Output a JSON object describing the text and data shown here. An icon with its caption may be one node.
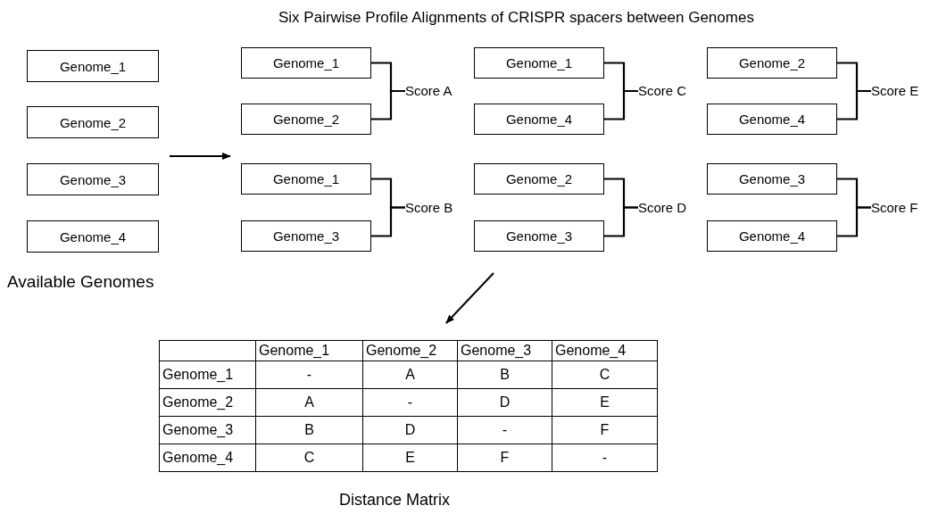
{
  "diagram": {
    "title": "Six Pairwise Profile Alignments of CRISPR spacers between Genomes",
    "nodes": [
      {
        "text": [
          "Genome_1"
        ]
      },
      {
        "text": [
          "Genome_2"
        ]
      },
      {
        "text": [
          "Genome_3"
        ]
      },
      {
        "text": [
          "Genome_4"
        ]
      },
      {
        "text": [
          "Genome_1"
        ]
      },
      {
        "text": [
          "Genome_2"
        ]
      },
      {
        "text": [
          "Score A"
        ]
      },
      {
        "text": [
          "Genome_1"
        ]
      },
      {
        "text": [
          "Genome_3"
        ]
      },
      {
        "text": [
          "Score B"
        ]
      },
      {
        "text": [
          "Genome_1"
        ]
      },
      {
        "text": [
          "Genome_4"
        ]
      },
      {
        "text": [
          "Score C"
        ]
      },
      {
        "text": [
          "Genome_2"
        ]
      },
      {
        "text": [
          "Genome_3"
        ]
      },
      {
        "text": [
          "Score D"
        ]
      },
      {
        "text": [
          "Genome_2"
        ]
      },
      {
        "text": [
          "Genome_4"
        ]
      },
      {
        "text": [
          "Score E"
        ]
      },
      {
        "text": [
          "Genome_3"
        ]
      },
      {
        "text": [
          "Genome_4"
        ]
      },
      {
        "text": [
          "Score F"
        ]
      }
    ],
    "edges": [
      {
        "from": 4,
        "to": 6,
        "arrow": "none"
      },
      {
        "from": 5,
        "to": 6,
        "arrow": "none"
      },
      {
        "from": 7,
        "to": 9,
        "arrow": "none"
      },
      {
        "from": 8,
        "to": 9,
        "arrow": "none"
      },
      {
        "from": 10,
        "to": 12,
        "arrow": "none"
      },
      {
        "from": 11,
        "to": 12,
        "arrow": "none"
      },
      {
        "from": 13,
        "to": 15,
        "arrow": "none"
      },
      {
        "from": 14,
        "to": 15,
        "arrow": "none"
      },
      {
        "from": 16,
        "to": 18,
        "arrow": "none"
      },
      {
        "from": 17,
        "to": 18,
        "arrow": "none"
      },
      {
        "from": 19,
        "to": 21,
        "arrow": "none"
      },
      {
        "from": 20,
        "to": 21,
        "arrow": "none"
      }
    ],
    "labels": [
      "Available Genomes",
      "Genome_1",
      "Genome_2",
      "Genome_3",
      "Genome_4",
      "Genome_1",
      "-",
      "A",
      "B",
      "C",
      "Genome_2",
      "A",
      "-",
      "D",
      "E",
      "Genome_3",
      "B",
      "D",
      "-",
      "F",
      "Genome_4",
      "C",
      "E",
      "F",
      "-",
      "Distance Matrix"
    ]
  }
}
